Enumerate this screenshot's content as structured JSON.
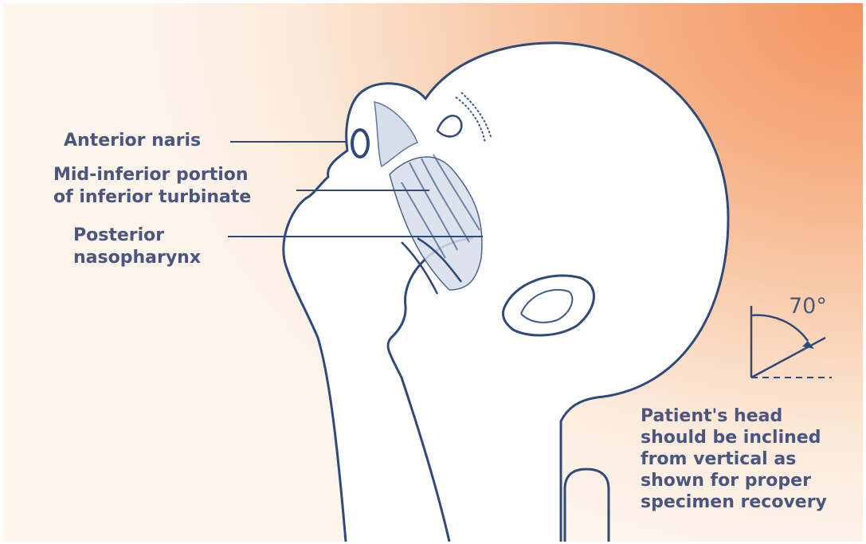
{
  "labels": {
    "anterior_naris": "Anterior naris",
    "mid_inferior_line1": "Mid-inferior portion",
    "mid_inferior_line2": "of inferior turbinate",
    "posterior_line1": "Posterior",
    "posterior_line2": "nasopharynx"
  },
  "angle": {
    "value": "70°"
  },
  "note": {
    "lines": [
      "Patient's head",
      "should be inclined",
      "from vertical as",
      "shown for proper",
      "specimen recovery"
    ]
  },
  "colors": {
    "ink": "#2f4a7a",
    "label_text": "#4a5680",
    "background_warm": "#f3925f",
    "background_light": "#fdf4ec"
  }
}
